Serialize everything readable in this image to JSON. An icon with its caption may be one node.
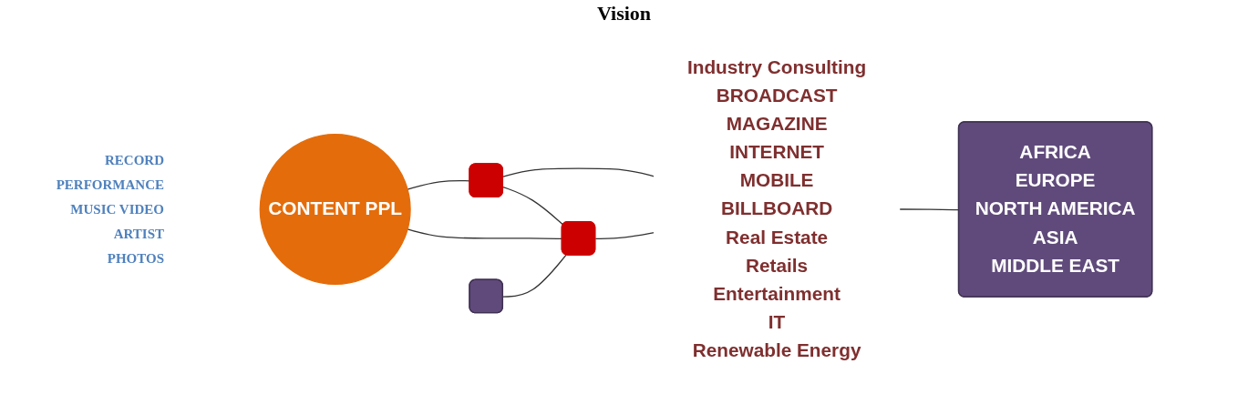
{
  "diagram": {
    "title": "Vision",
    "nodes": [
      {
        "text": [
          "CONTENT PPL"
        ]
      },
      {
        "text": [],
        "shape": "box"
      },
      {
        "text": [],
        "shape": "box"
      },
      {
        "text": [],
        "shape": "box"
      },
      {
        "text": [
          "Industry Consulting",
          "BROADCAST",
          "MAGAZINE",
          "INTERNET",
          "MOBILE",
          "BILLBOARD",
          "Real Estate",
          "Retails",
          "Entertainment",
          "IT",
          "Renewable Energy"
        ]
      },
      {
        "text": [
          "AFRICA",
          "EUROPE",
          "NORTH AMERICA",
          "ASIA",
          "MIDDLE EAST"
        ]
      }
    ],
    "edges": [
      {
        "from": 1,
        "to": 2,
        "arrow": "none"
      },
      {
        "from": 0,
        "to": 1,
        "arrow": "none"
      },
      {
        "from": 0,
        "to": 2,
        "arrow": "none"
      },
      {
        "from": 3,
        "to": 2,
        "arrow": "none"
      },
      {
        "from": 1,
        "to": 4,
        "arrow": "none"
      },
      {
        "from": 2,
        "to": 4,
        "arrow": "none"
      },
      {
        "from": 4,
        "to": 5,
        "arrow": "none"
      }
    ],
    "labels": [
      "RECORD",
      "PERFORMANCE",
      "MUSIC VIDEO",
      "ARTIST",
      "PHOTOS"
    ]
  }
}
